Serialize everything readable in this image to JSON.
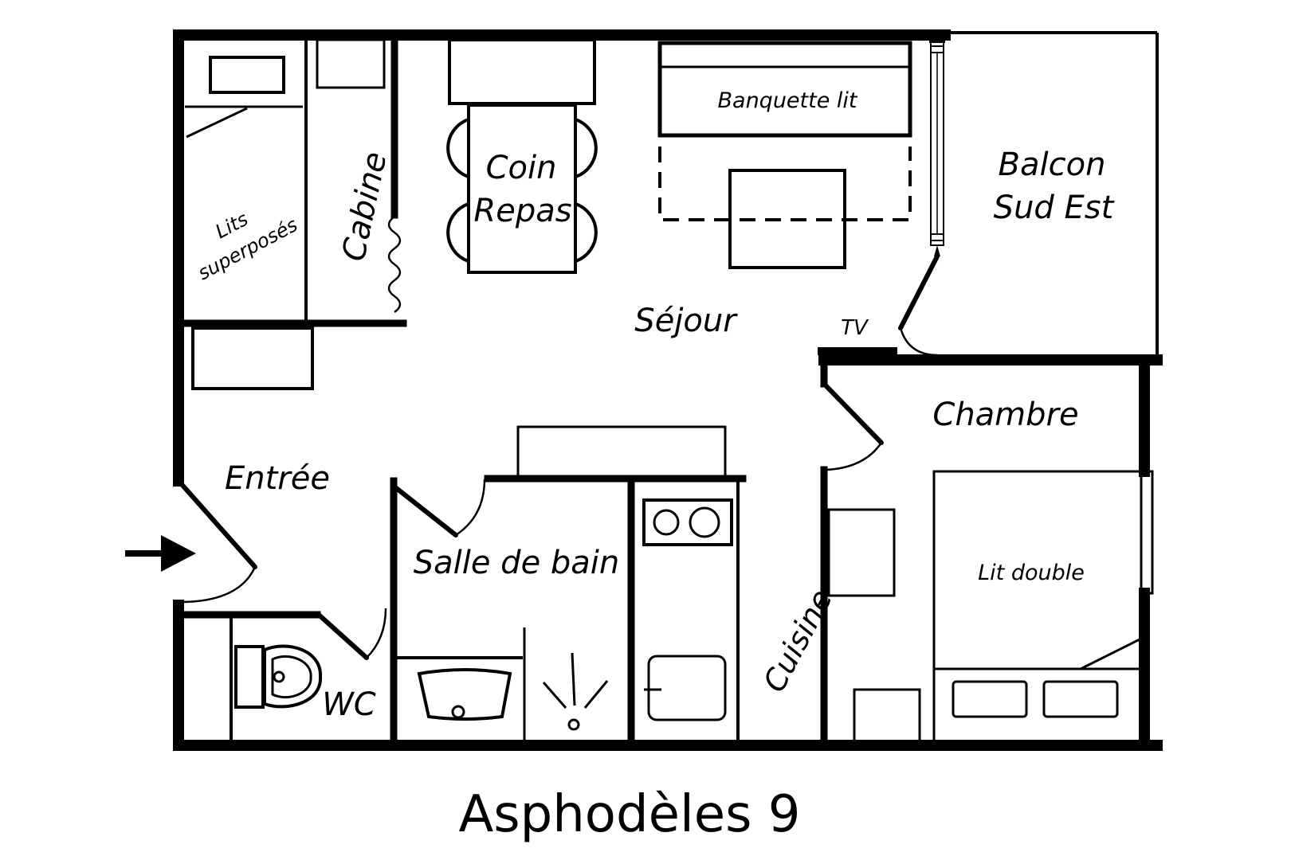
{
  "title": "Asphodèles 9",
  "rooms": {
    "lits_superposes": [
      "Lits",
      "superposés"
    ],
    "cabine": "Cabine",
    "coin_repas": [
      "Coin",
      "Repas"
    ],
    "banquette_lit": "Banquette lit",
    "balcon": [
      "Balcon",
      "Sud Est"
    ],
    "sejour": "Séjour",
    "tv": "TV",
    "chambre": "Chambre",
    "entree": "Entrée",
    "salle_de_bain": "Salle de bain",
    "cuisine": "Cuisine",
    "lit_double": "Lit double",
    "wc": "WC"
  },
  "icons": {
    "entrance": "entrance-arrow-icon"
  }
}
